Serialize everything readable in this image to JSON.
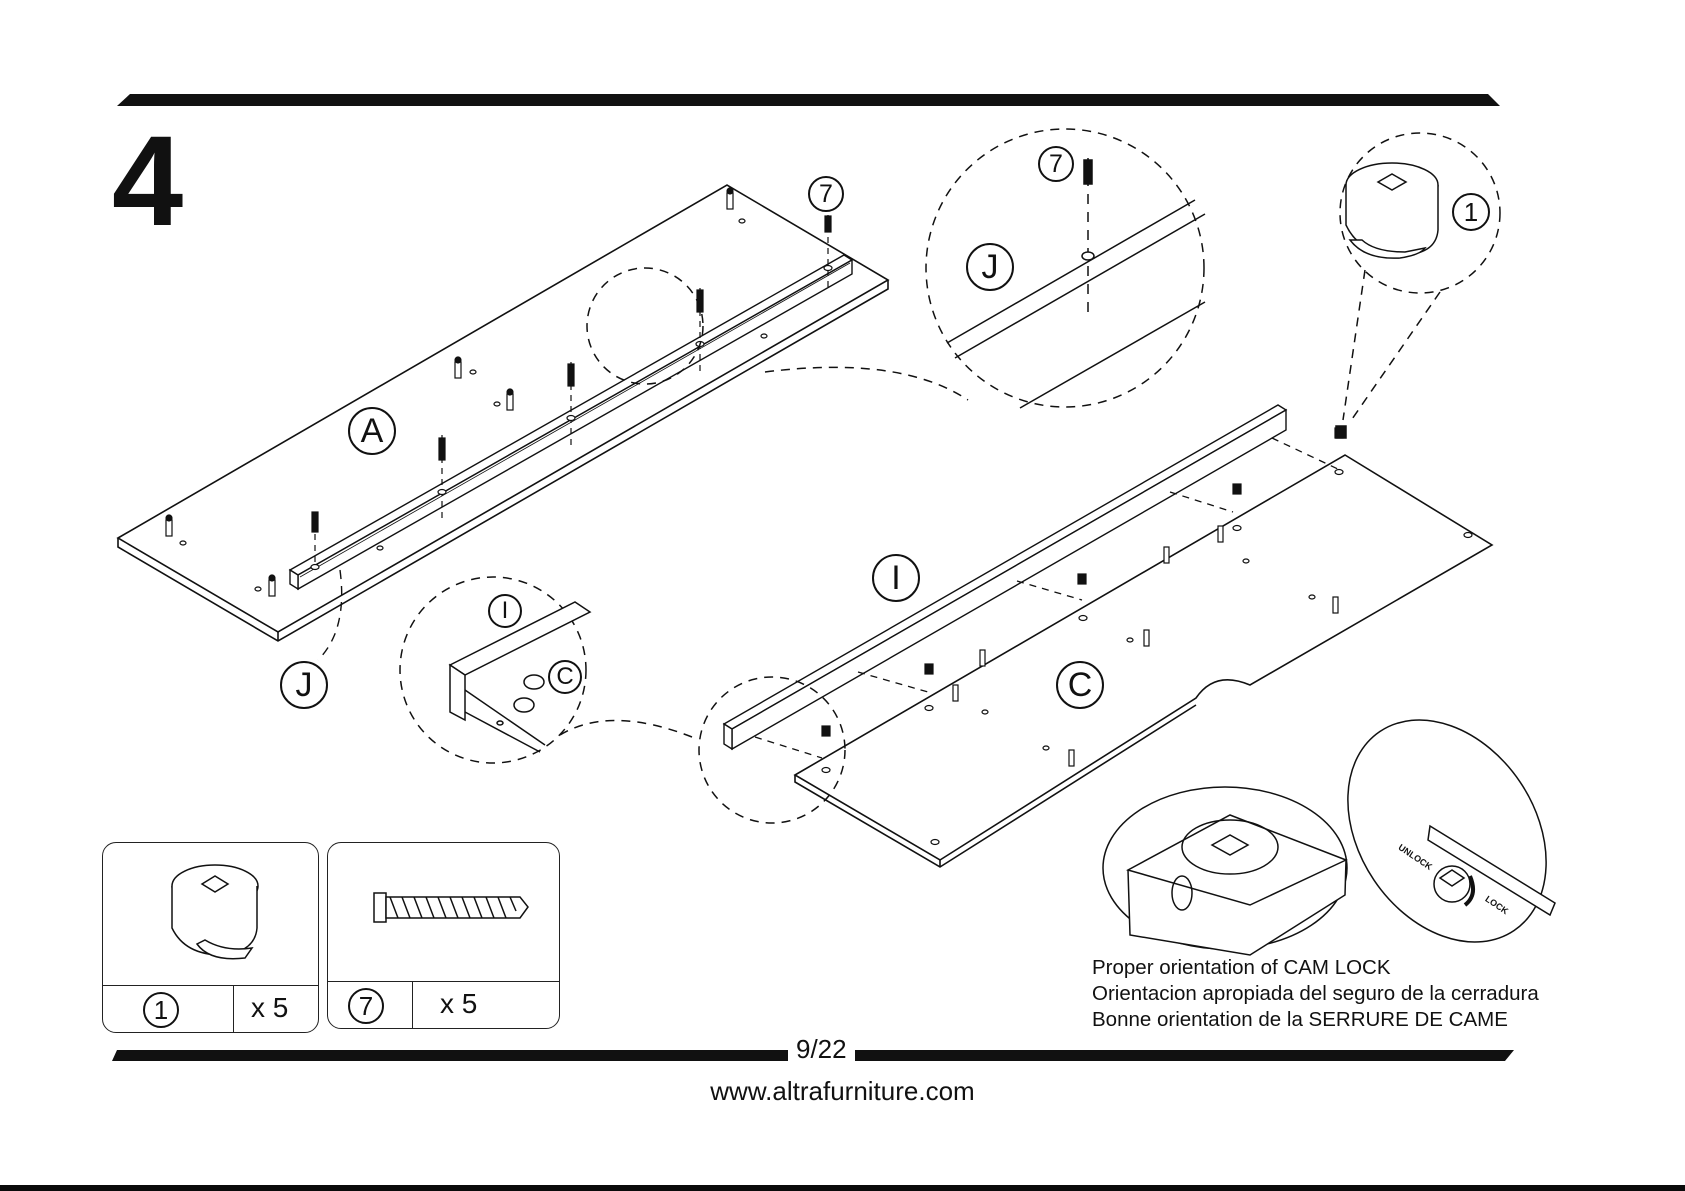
{
  "step": {
    "number": "4"
  },
  "part_labels": {
    "panel_a": "A",
    "rail_j": "J",
    "detail_j": "J",
    "panel_i": "I",
    "panel_c": "C",
    "detail_i": "I",
    "detail_c": "C"
  },
  "callouts": {
    "screw_on_rail": "7",
    "screw_in_detail": "7",
    "cam_lock_detail": "1"
  },
  "hardware": [
    {
      "number": "1",
      "quantity": "x 5",
      "icon": "cam-lock-icon"
    },
    {
      "number": "7",
      "quantity": "x 5",
      "icon": "screw-icon"
    }
  ],
  "cam_lock_orientation": {
    "caption_en": "Proper  orientation  of  CAM  LOCK",
    "caption_es": "Orientacion apropiada del seguro de la cerradura",
    "caption_fr": "Bonne orientation de la SERRURE DE CAME",
    "unlock_label": "UNLOCK",
    "lock_label": "LOCK"
  },
  "footer": {
    "page": "9/22",
    "website": "www.altrafurniture.com"
  }
}
